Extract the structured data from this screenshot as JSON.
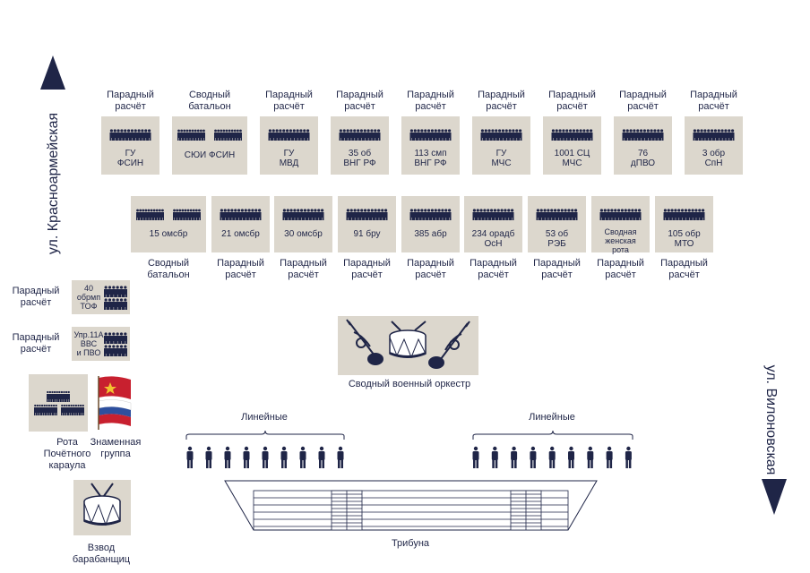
{
  "streets": {
    "left": "ул. Красноармейская",
    "right": "ул. Вилоновская"
  },
  "row1": [
    {
      "label": "Парадный\nрасчёт",
      "box": "ГУ\nФСИН"
    },
    {
      "label": "Сводный\nбатальон",
      "box": "СЮИ ФСИН"
    },
    {
      "label": "Парадный\nрасчёт",
      "box": "ГУ\nМВД"
    },
    {
      "label": "Парадный\nрасчёт",
      "box": "35 об\nВНГ РФ"
    },
    {
      "label": "Парадный\nрасчёт",
      "box": "113 смп\nВНГ РФ"
    },
    {
      "label": "Парадный\nрасчёт",
      "box": "ГУ\nМЧС"
    },
    {
      "label": "Парадный\nрасчёт",
      "box": "1001 СЦ\nМЧС"
    },
    {
      "label": "Парадный\nрасчёт",
      "box": "76\nдПВО"
    },
    {
      "label": "Парадный\nрасчёт",
      "box": "3 обр\nСпН"
    }
  ],
  "row2": [
    {
      "label": "Сводный\nбатальон",
      "box": "15 омсбр"
    },
    {
      "label": "Парадный\nрасчёт",
      "box": "21 омсбр"
    },
    {
      "label": "Парадный\nрасчёт",
      "box": "30 омсбр"
    },
    {
      "label": "Парадный\nрасчёт",
      "box": "91 бру"
    },
    {
      "label": "Парадный\nрасчёт",
      "box": "385 абр"
    },
    {
      "label": "Парадный\nрасчёт",
      "box": "234 орадб\nОсН"
    },
    {
      "label": "Парадный\nрасчёт",
      "box": "53 об\nРЭБ"
    },
    {
      "label": "Парадный\nрасчёт",
      "box": "Сводная\nженская\nрота"
    },
    {
      "label": "Парадный\nрасчёт",
      "box": "105 обр\nМТО"
    }
  ],
  "left_units": [
    {
      "label": "Парадный\nрасчёт",
      "box": "40\nобрмп\nТОФ"
    },
    {
      "label": "Парадный\nрасчёт",
      "box": "Упр.11А\nВВС\nи ПВО"
    }
  ],
  "honor_guard": "Рота\nПочётного\nкараула",
  "banner_group": "Знаменная\nгруппа",
  "drummers": "Взвод\nбарабанщиц",
  "orchestra": "Сводный военный оркестр",
  "lineman_left": "Линейные",
  "lineman_right": "Линейные",
  "tribune": "Трибуна",
  "colors": {
    "navy": "#1f2547",
    "box": "#dcd7cd",
    "flag_red": "#c8202f",
    "flag_blue": "#2d4f9e",
    "star": "#f2c230"
  }
}
